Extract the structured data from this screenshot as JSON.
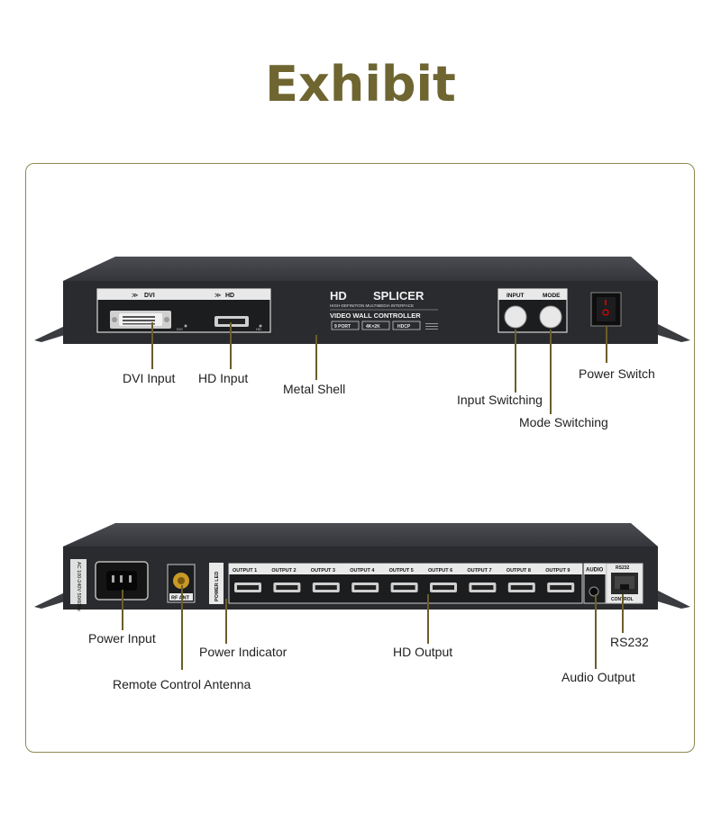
{
  "title": "Exhibit",
  "front_panel": {
    "dvi_label": "DVI",
    "hd_label": "HD",
    "dvi_small": "DVI",
    "hd_small": "HD",
    "brand_hd": "HD",
    "brand_splicer": "SPLICER",
    "brand_sub": "HIGH-DEFINITION MULTIMEDIA INTERFACE",
    "brand_product": "VIDEO WALL CONTROLLER",
    "badges": [
      "9 PORT",
      "4K×2K",
      "HDCP"
    ],
    "input_btn_label": "INPUT",
    "mode_btn_label": "MODE"
  },
  "rear_panel": {
    "power_rating": "AC 100-240V 50/60Hz",
    "rf_label": "RF ANT",
    "power_led_label": "POWER LED",
    "outputs": [
      "OUTPUT 1",
      "OUTPUT 2",
      "OUTPUT 3",
      "OUTPUT 4",
      "OUTPUT 5",
      "OUTPUT 6",
      "OUTPUT 7",
      "OUTPUT 8",
      "OUTPUT 9"
    ],
    "audio_label": "AUDIO",
    "rs232_label": "RS232",
    "control_label": "CONTROL"
  },
  "callouts": {
    "dvi_input": "DVI Input",
    "hd_input": "HD Input",
    "metal_shell": "Metal Shell",
    "input_switching": "Input Switching",
    "mode_switching": "Mode Switching",
    "power_switch": "Power Switch",
    "power_input": "Power Input",
    "power_indicator": "Power Indicator",
    "remote_antenna": "Remote Control Antenna",
    "hd_output": "HD Output",
    "rs232": "RS232",
    "audio_output": "Audio Output"
  }
}
